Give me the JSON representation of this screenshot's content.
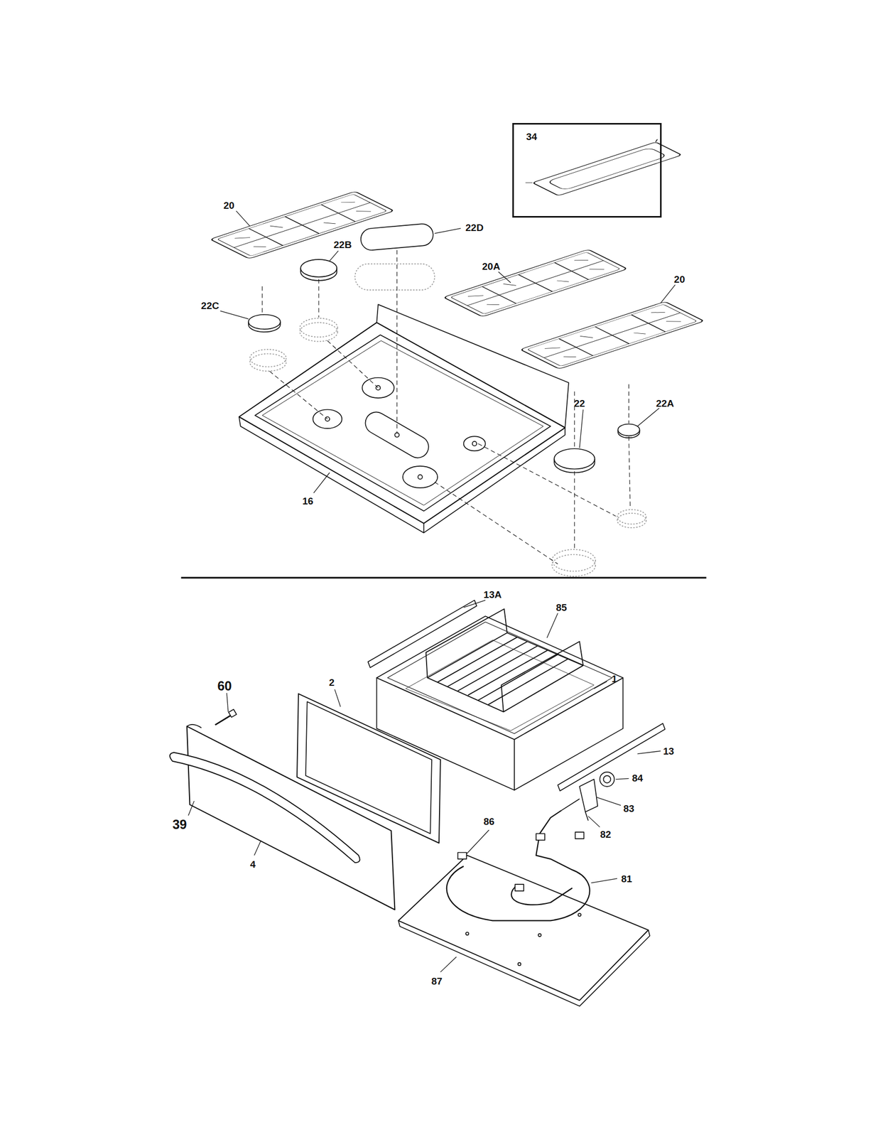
{
  "diagram": {
    "nodes": [
      {
        "text": [
          "34"
        ]
      }
    ],
    "labels": [
      "20",
      "22D",
      "22B",
      "20A",
      "20",
      "22C",
      "22A",
      "22",
      "16",
      "13A",
      "85",
      "60",
      "2",
      "1",
      "13",
      "84",
      "83",
      "39",
      "82",
      "86",
      "81",
      "4",
      "87"
    ]
  }
}
